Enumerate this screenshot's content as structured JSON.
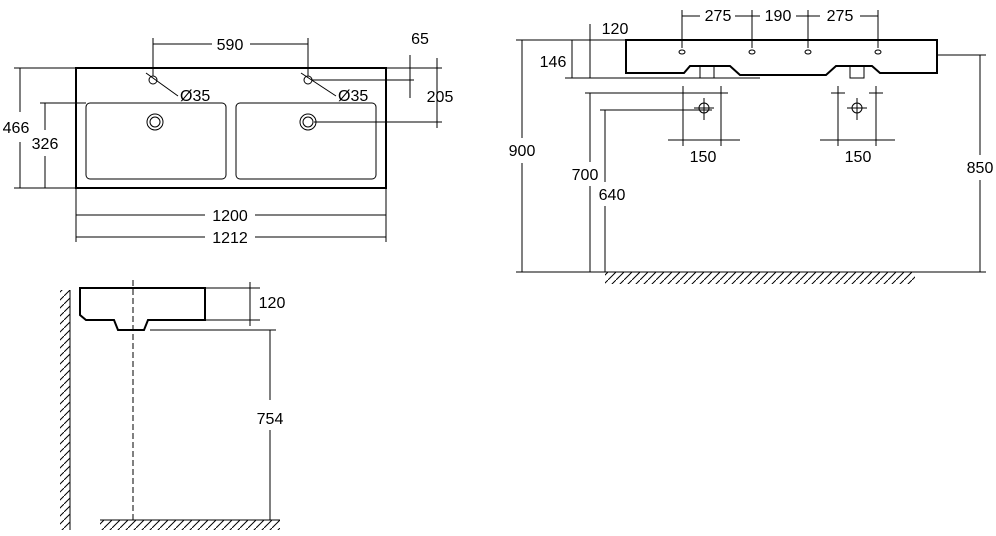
{
  "plan_view": {
    "tap_spacing": "590",
    "tap_offset": "65",
    "tap_hole_left": "Ø35",
    "tap_hole_right": "Ø35",
    "drain_depth": "205",
    "total_depth": "466",
    "bowl_depth": "326",
    "inner_width": "1200",
    "total_width": "1212"
  },
  "side_view": {
    "basin_height": "120",
    "install_height": "754"
  },
  "front_view": {
    "rim_height": "120",
    "overflow_height": "146",
    "spacing_left": "275",
    "spacing_middle": "190",
    "spacing_right": "275",
    "top_height": "900",
    "supply_height": "700",
    "drain_height": "640",
    "supply_spacing_left": "150",
    "supply_spacing_right": "150",
    "bottom_height": "850"
  }
}
